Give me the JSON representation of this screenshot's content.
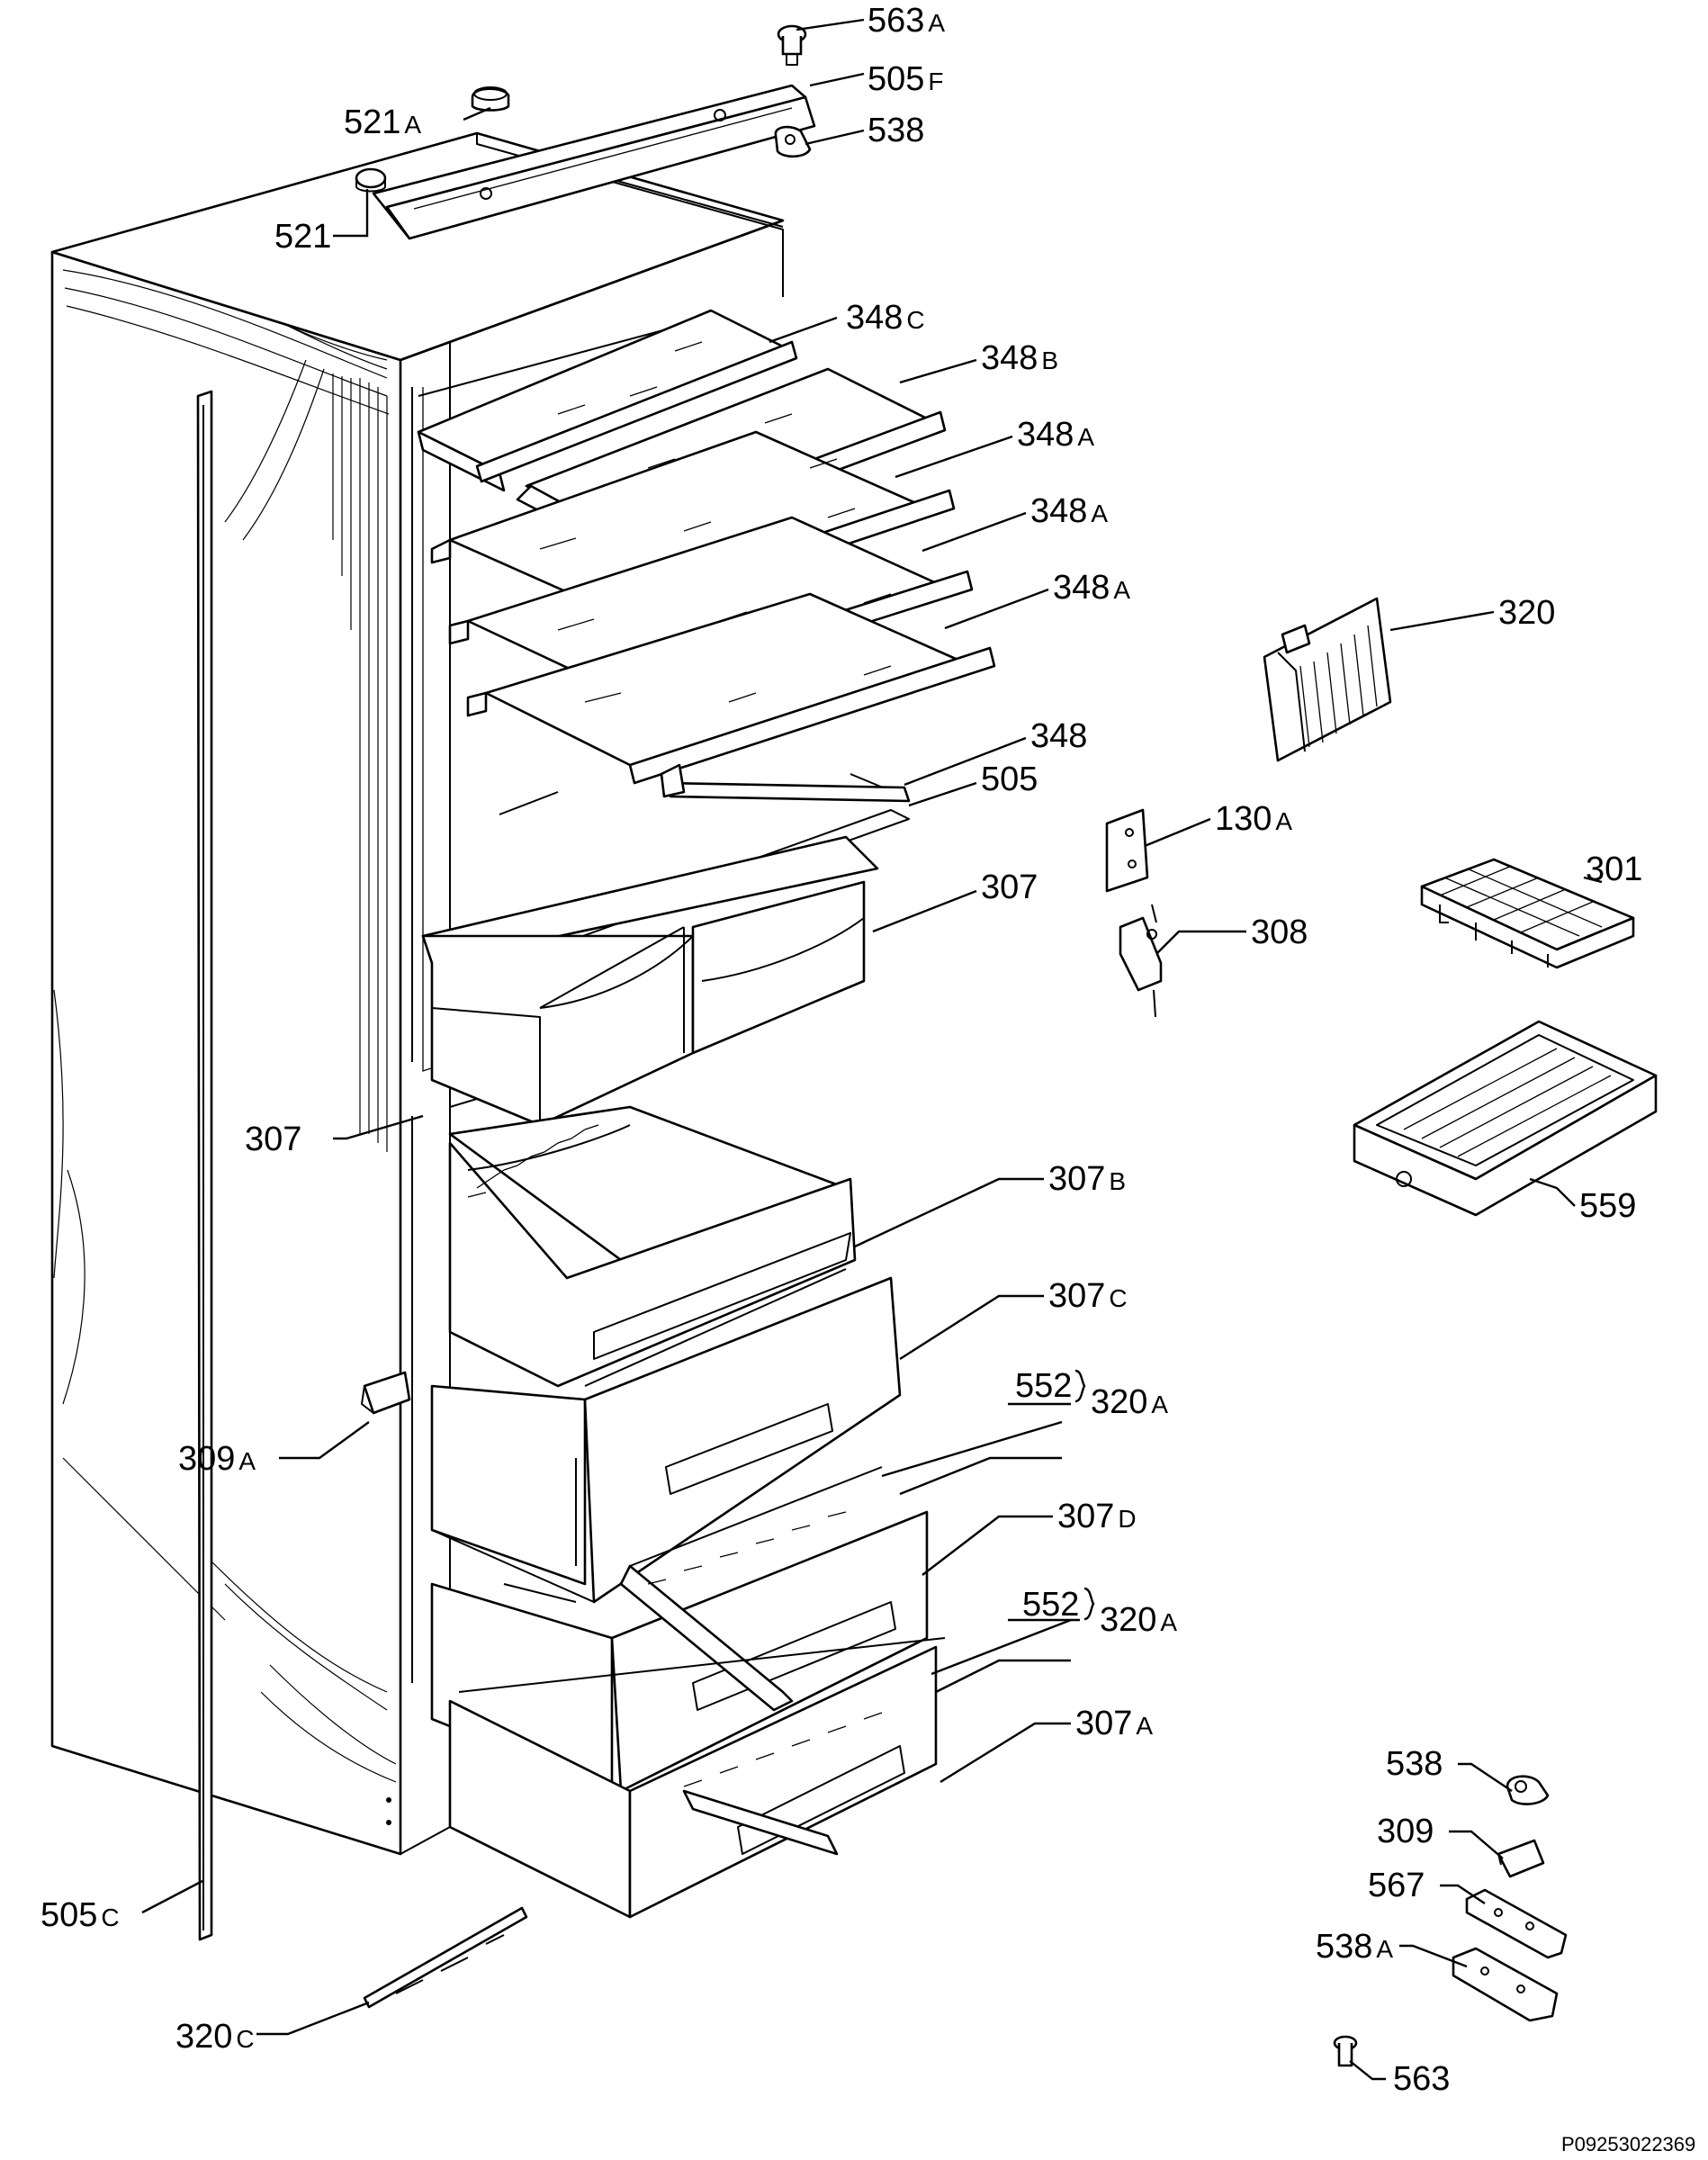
{
  "reference_code": "P09253022369",
  "labels": {
    "l563a": {
      "num": "563",
      "suffix": "A"
    },
    "l505f": {
      "num": "505",
      "suffix": "F"
    },
    "l521a": {
      "num": "521",
      "suffix": "A"
    },
    "l538_top": {
      "num": "538",
      "suffix": ""
    },
    "l521": {
      "num": "521",
      "suffix": ""
    },
    "l348c": {
      "num": "348",
      "suffix": "C"
    },
    "l348b": {
      "num": "348",
      "suffix": "B"
    },
    "l348a_1": {
      "num": "348",
      "suffix": "A"
    },
    "l348a_2": {
      "num": "348",
      "suffix": "A"
    },
    "l348a_3": {
      "num": "348",
      "suffix": "A"
    },
    "l348": {
      "num": "348",
      "suffix": ""
    },
    "l505": {
      "num": "505",
      "suffix": ""
    },
    "l307_right": {
      "num": "307",
      "suffix": ""
    },
    "l307_left": {
      "num": "307",
      "suffix": ""
    },
    "l320": {
      "num": "320",
      "suffix": ""
    },
    "l130a": {
      "num": "130",
      "suffix": "A"
    },
    "l301": {
      "num": "301",
      "suffix": ""
    },
    "l308": {
      "num": "308",
      "suffix": ""
    },
    "l559": {
      "num": "559",
      "suffix": ""
    },
    "l307b": {
      "num": "307",
      "suffix": "B"
    },
    "l307c": {
      "num": "307",
      "suffix": "C"
    },
    "l552_1": {
      "num": "552",
      "suffix": ""
    },
    "l320a_1": {
      "num": "320",
      "suffix": "A"
    },
    "l309a": {
      "num": "309",
      "suffix": "A"
    },
    "l307d": {
      "num": "307",
      "suffix": "D"
    },
    "l552_2": {
      "num": "552",
      "suffix": ""
    },
    "l320a_2": {
      "num": "320",
      "suffix": "A"
    },
    "l307a": {
      "num": "307",
      "suffix": "A"
    },
    "l505c": {
      "num": "505",
      "suffix": "C"
    },
    "l320c": {
      "num": "320",
      "suffix": "C"
    },
    "l538_bot": {
      "num": "538",
      "suffix": ""
    },
    "l309": {
      "num": "309",
      "suffix": ""
    },
    "l567": {
      "num": "567",
      "suffix": ""
    },
    "l538a": {
      "num": "538",
      "suffix": "A"
    },
    "l563": {
      "num": "563",
      "suffix": ""
    }
  }
}
